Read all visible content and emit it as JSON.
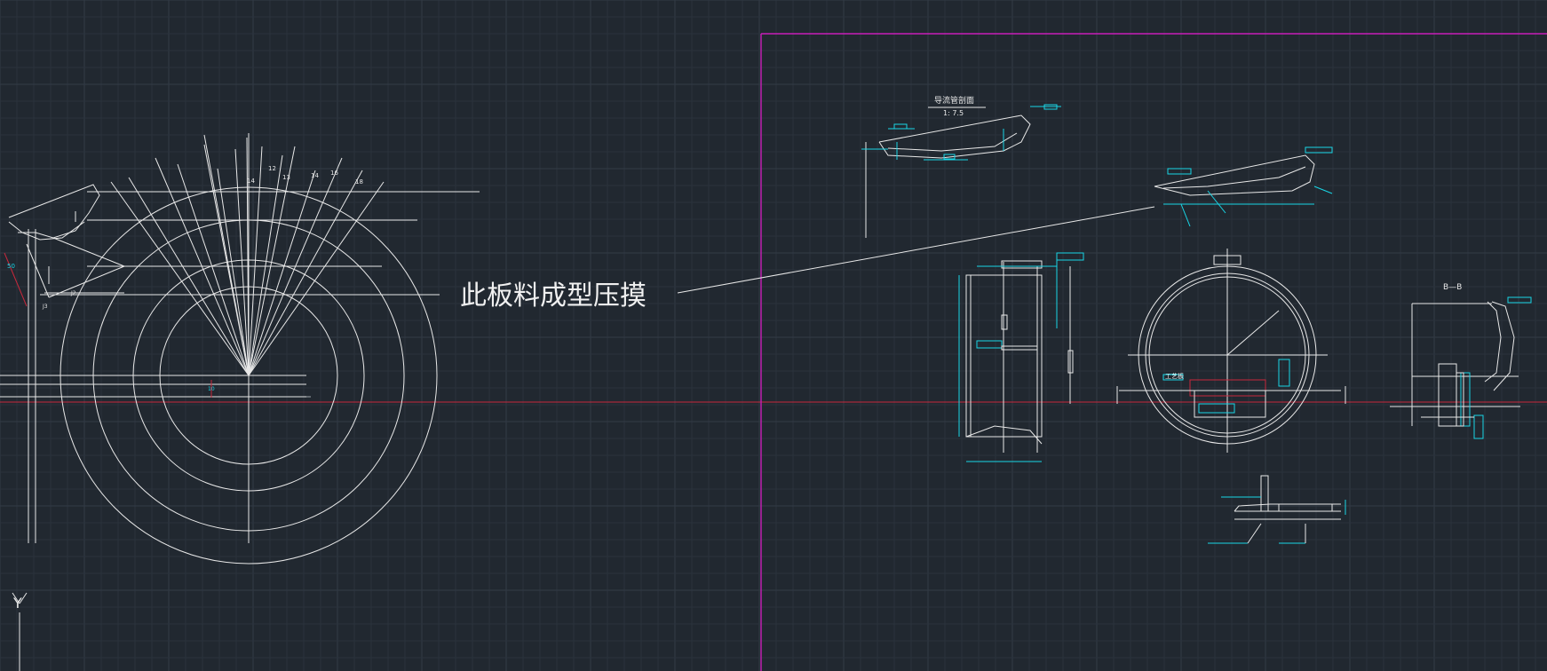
{
  "drawing": {
    "annotation_main": "此板料成型压摸",
    "detail_title": "导流管剖面",
    "detail_scale": "1: 7.5",
    "section_label": "B—B",
    "ray_labels": [
      "14",
      "12",
      "13",
      "14",
      "16",
      "18"
    ],
    "ucs_axis_label": "Y",
    "small_labels": {
      "j2": "J2",
      "j3": "J3",
      "dim_left": "50",
      "dim_center": "10",
      "tool_tag": "工艺板"
    }
  },
  "colors": {
    "background": "#212830",
    "grid": "#2a323c",
    "geometry": "#e8e8e8",
    "dimension": "#19d6e6",
    "axis_red": "#c8283c",
    "layout_border": "#c81eb8"
  }
}
